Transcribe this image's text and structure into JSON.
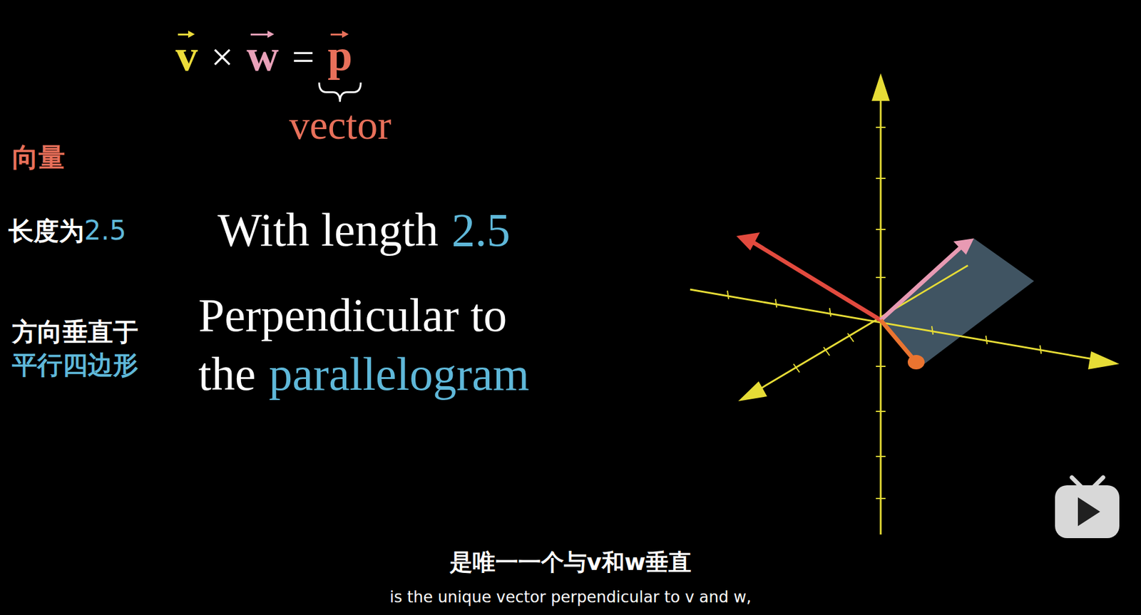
{
  "diagram": {
    "labels": [
      "v",
      "×",
      "w",
      "=",
      "p",
      "vector",
      "向量",
      "长度为",
      "2.5",
      "With length",
      "2.5",
      "方向垂直于",
      "平行四边形",
      "Perpendicular to",
      "the",
      "parallelogram",
      "是唯一一个与v和w垂直",
      "is the unique vector perpendicular to v and w,"
    ]
  }
}
